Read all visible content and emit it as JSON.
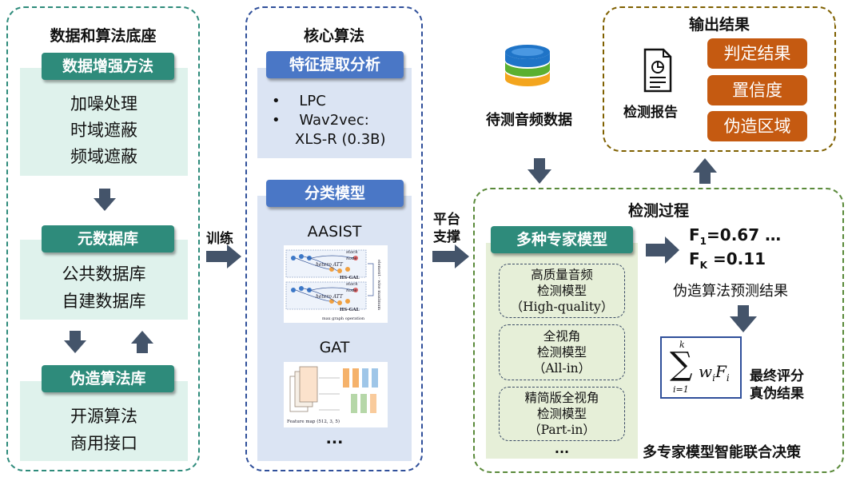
{
  "left": {
    "title": "数据和算法底座",
    "augment": {
      "header": "数据增强方法",
      "items": [
        "加噪处理",
        "时域遮蔽",
        "频域遮蔽"
      ]
    },
    "meta_db": {
      "header": "元数据库",
      "items": [
        "公共数据库",
        "自建数据库"
      ]
    },
    "forge_db": {
      "header": "伪造算法库",
      "items": [
        "开源算法",
        "商用接口"
      ]
    }
  },
  "middle": {
    "title": "核心算法",
    "feature": {
      "header": "特征提取分析",
      "bullets": [
        "LPC",
        "Wav2vec:",
        "XLS-R (0.3B)"
      ],
      "bullet_glyph": "•"
    },
    "classify": {
      "header": "分类模型",
      "model1": "AASIST",
      "model2": "GAT",
      "ellipsis": "..."
    },
    "aasist_fig": {
      "stack": "stack",
      "node": "node",
      "hetero": "hetero ATT",
      "hsgal": "HS-GAL",
      "caption": "max graph operation",
      "side": "element - wise maximum"
    },
    "gat_fig": {
      "caption": "Feature map (512, 3, 5)"
    }
  },
  "connectors": {
    "train": "训练",
    "platform_1": "平台",
    "platform_2": "支撑"
  },
  "input": {
    "label": "待测音频数据"
  },
  "output": {
    "title": "输出结果",
    "report": "检测报告",
    "buttons": [
      "判定结果",
      "置信度",
      "伪造区域"
    ]
  },
  "process": {
    "title": "检测过程",
    "experts_header": "多种专家模型",
    "experts": [
      {
        "l1": "高质量音频",
        "l2": "检测模型",
        "l3": "（High-quality）"
      },
      {
        "l1": "全视角",
        "l2": "检测模型",
        "l3": "（All-in）"
      },
      {
        "l1": "精简版全视角",
        "l2": "检测模型",
        "l3": "（Part-in）"
      }
    ],
    "experts_more": "...",
    "score_1": "F",
    "score_1_sub": "1",
    "score_1_val": "=0.67 …",
    "score_k": "F",
    "score_k_sub": "K",
    "score_k_val": " =0.11",
    "forge_pred": "伪造算法预测结果",
    "formula": {
      "top": "k",
      "bottom": "i=1",
      "sigma": "∑",
      "body": "w",
      "sub1": "i",
      "f": "F",
      "sub2": "i"
    },
    "final_1": "最终评分",
    "final_2": "真伪结果",
    "footer": "多专家模型智能联合决策"
  },
  "colors": {
    "teal": "#2e8b7b",
    "blue": "#4a77c6",
    "orange": "#c55a11",
    "arrow": "#44546a",
    "green_dash": "#5a8a3a",
    "brown_dash": "#7f6000"
  }
}
